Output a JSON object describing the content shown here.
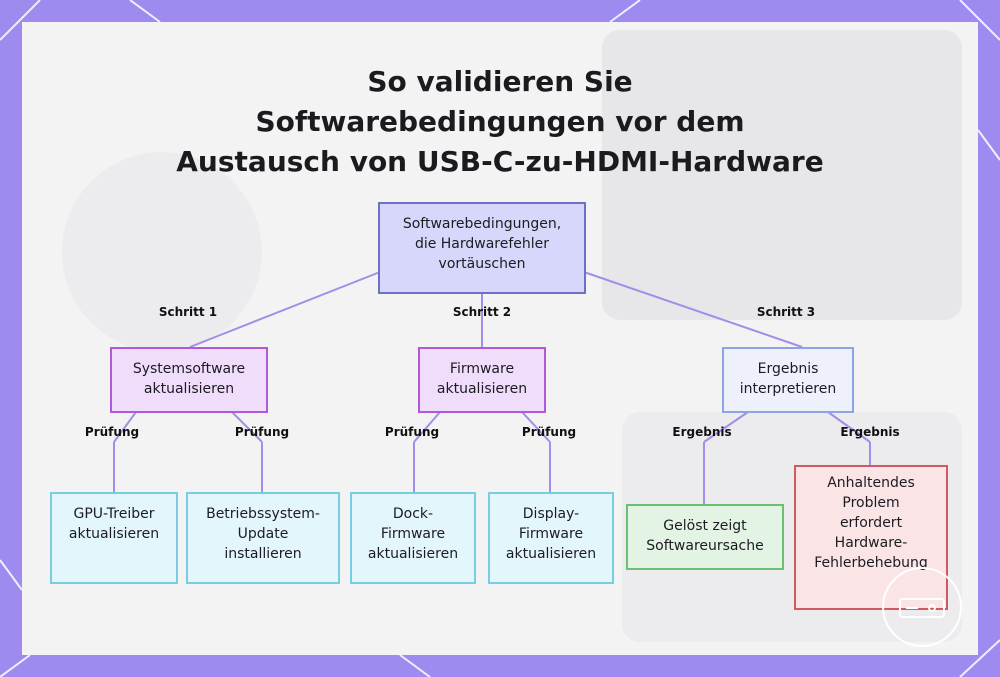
{
  "title": {
    "lines": [
      "So validieren Sie",
      "Softwarebedingungen vor dem",
      "Austausch von USB-C-zu-HDMI-Hardware"
    ]
  },
  "colors": {
    "frame": "#9f8af0",
    "edge": "#a58ce8",
    "root": "#d7d6fb",
    "purple": "#f0dcfb",
    "blue": "#eef1fb",
    "cyan": "#e3f6fb",
    "green": "#e3f4e4",
    "red": "#fae4e5"
  },
  "nodes": {
    "root": [
      "Softwarebedingungen,",
      "die Hardwarefehler",
      "vortäuschen"
    ],
    "system_software": [
      "Systemsoftware",
      "aktualisieren"
    ],
    "firmware": [
      "Firmware",
      "aktualisieren"
    ],
    "result": [
      "Ergebnis",
      "interpretieren"
    ],
    "gpu": [
      "GPU-Treiber",
      "aktualisieren"
    ],
    "os_update": [
      "Betriebssystem-",
      "Update",
      "installieren"
    ],
    "dock_fw": [
      "Dock-",
      "Firmware",
      "aktualisieren"
    ],
    "display_fw": [
      "Display-",
      "Firmware",
      "aktualisieren"
    ],
    "solved": [
      "Gelöst zeigt",
      "Softwareursache"
    ],
    "persistent": [
      "Anhaltendes",
      "Problem",
      "erfordert",
      "Hardware-",
      "Fehlerbehebung"
    ]
  },
  "edge_labels": {
    "step1": "Schritt 1",
    "step2": "Schritt 2",
    "step3": "Schritt 3",
    "check_gpu": "Prüfung",
    "check_os": "Prüfung",
    "check_dock": "Prüfung",
    "check_display": "Prüfung",
    "result_solved": "Ergebnis",
    "result_persistent": "Ergebnis"
  }
}
